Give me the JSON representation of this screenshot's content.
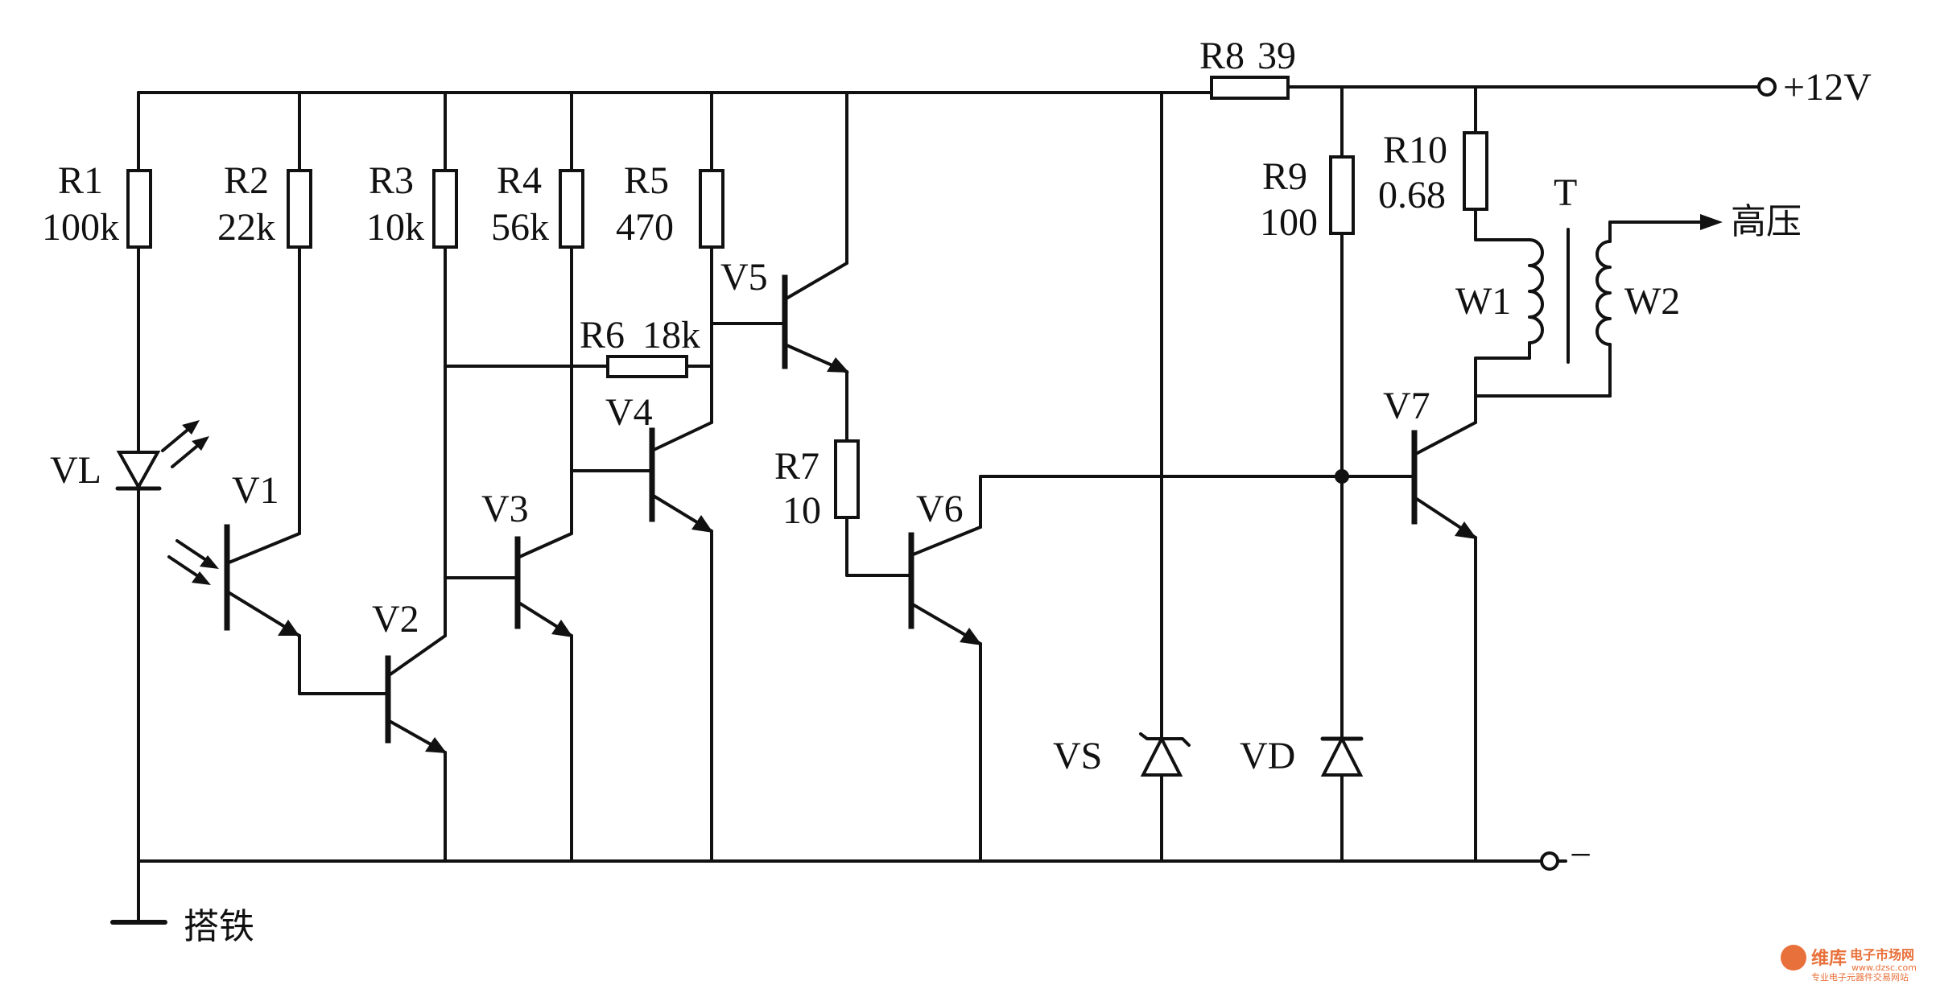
{
  "supply": {
    "positive": "+12V",
    "negative": "−",
    "ground": "搭铁"
  },
  "output_label": "高压",
  "transformer": {
    "name": "T",
    "primary": "W1",
    "secondary": "W2"
  },
  "resistors": [
    {
      "id": "R1",
      "value": "100k"
    },
    {
      "id": "R2",
      "value": "22k"
    },
    {
      "id": "R3",
      "value": "10k"
    },
    {
      "id": "R4",
      "value": "56k"
    },
    {
      "id": "R5",
      "value": "470"
    },
    {
      "id": "R6",
      "value": "18k"
    },
    {
      "id": "R7",
      "value": "10"
    },
    {
      "id": "R8",
      "value": "39"
    },
    {
      "id": "R9",
      "value": "100"
    },
    {
      "id": "R10",
      "value": "0.68"
    }
  ],
  "transistors": [
    "V1",
    "V2",
    "V3",
    "V4",
    "V5",
    "V6",
    "V7"
  ],
  "diodes": {
    "led": "VL",
    "zener": "VS",
    "diode": "VD"
  },
  "watermark": {
    "brand": "维库",
    "site": "电子市场网",
    "tagline": "专业电子元器件交易网站",
    "url": "www.dzsc.com"
  }
}
